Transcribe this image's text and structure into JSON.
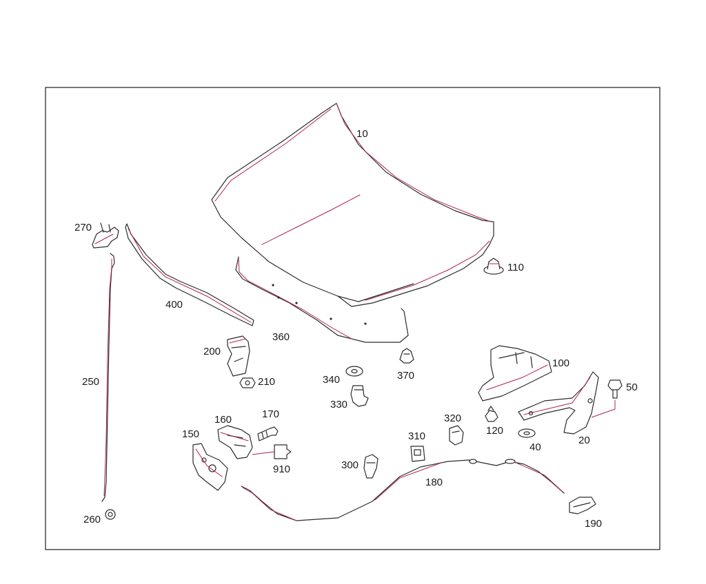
{
  "diagram": {
    "labels": {
      "p10": "10",
      "p110": "110",
      "p270": "270",
      "p400": "400",
      "p360": "360",
      "p200": "200",
      "p210": "210",
      "p250": "250",
      "p340": "340",
      "p370": "370",
      "p330": "330",
      "p100": "100",
      "p50": "50",
      "p160": "160",
      "p170": "170",
      "p150": "150",
      "p320": "320",
      "p120": "120",
      "p40": "40",
      "p20": "20",
      "p310": "310",
      "p910": "910",
      "p300": "300",
      "p180": "180",
      "p260": "260",
      "p190": "190"
    },
    "colors": {
      "line": "#2a2a2a",
      "accent": "#b0224a",
      "text": "#1a1a1a",
      "background": "#ffffff"
    }
  }
}
